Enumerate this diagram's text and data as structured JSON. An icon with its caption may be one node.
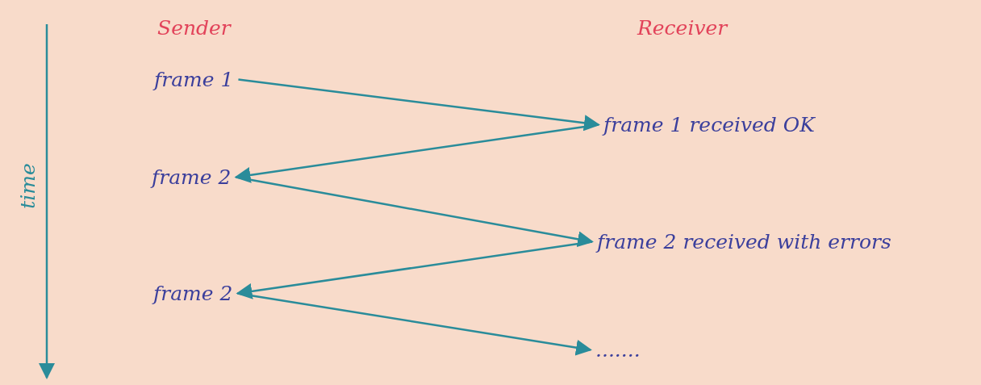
{
  "diagram": {
    "nodes": [
      {
        "text": [
          "frame 1"
        ]
      },
      {
        "text": [
          "frame 1 received OK"
        ]
      },
      {
        "text": [
          "frame 2"
        ]
      },
      {
        "text": [
          "frame 2 received with errors"
        ]
      },
      {
        "text": [
          "frame 2"
        ]
      },
      {
        "text": [
          "......."
        ]
      }
    ],
    "edges": [
      {
        "from": 0,
        "to": 1,
        "arrow": "to"
      },
      {
        "from": 1,
        "to": 2,
        "arrow": "to"
      },
      {
        "from": 2,
        "to": 3,
        "arrow": "to"
      },
      {
        "from": 3,
        "to": 4,
        "arrow": "to"
      },
      {
        "from": 4,
        "to": 5,
        "arrow": "to"
      }
    ],
    "labels": [
      "Sender",
      "Receiver",
      "time"
    ]
  }
}
